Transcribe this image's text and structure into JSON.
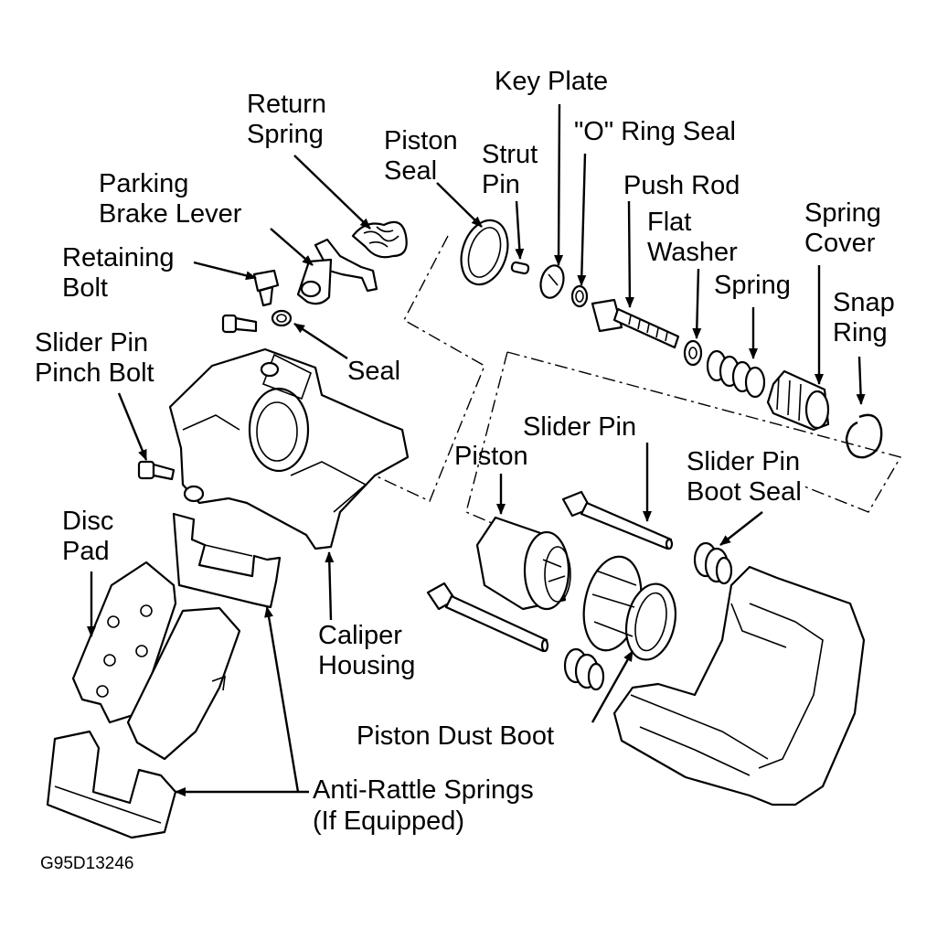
{
  "labels": {
    "return_spring": [
      "Return",
      "Spring"
    ],
    "parking_brake_lever": [
      "Parking",
      "Brake Lever"
    ],
    "retaining_bolt": [
      "Retaining",
      "Bolt"
    ],
    "seal": [
      "Seal"
    ],
    "slider_pin_pinch_bolt": [
      "Slider Pin",
      "Pinch Bolt"
    ],
    "disc_pad": [
      "Disc",
      "Pad"
    ],
    "caliper_housing": [
      "Caliper",
      "Housing"
    ],
    "anti_rattle_springs": [
      "Anti-Rattle Springs",
      "(If Equipped)"
    ],
    "piston_seal": [
      "Piston",
      "Seal"
    ],
    "strut_pin": [
      "Strut",
      "Pin"
    ],
    "key_plate": [
      "Key Plate"
    ],
    "o_ring_seal": [
      "\"O\" Ring Seal"
    ],
    "push_rod": [
      "Push Rod"
    ],
    "flat_washer": [
      "Flat",
      "Washer"
    ],
    "spring": [
      "Spring"
    ],
    "spring_cover": [
      "Spring",
      "Cover"
    ],
    "snap_ring": [
      "Snap",
      "Ring"
    ],
    "slider_pin": [
      "Slider Pin"
    ],
    "piston": [
      "Piston"
    ],
    "slider_pin_boot_seal": [
      "Slider Pin",
      "Boot Seal"
    ],
    "piston_dust_boot": [
      "Piston Dust Boot"
    ]
  },
  "figure_code": "G95D13246"
}
